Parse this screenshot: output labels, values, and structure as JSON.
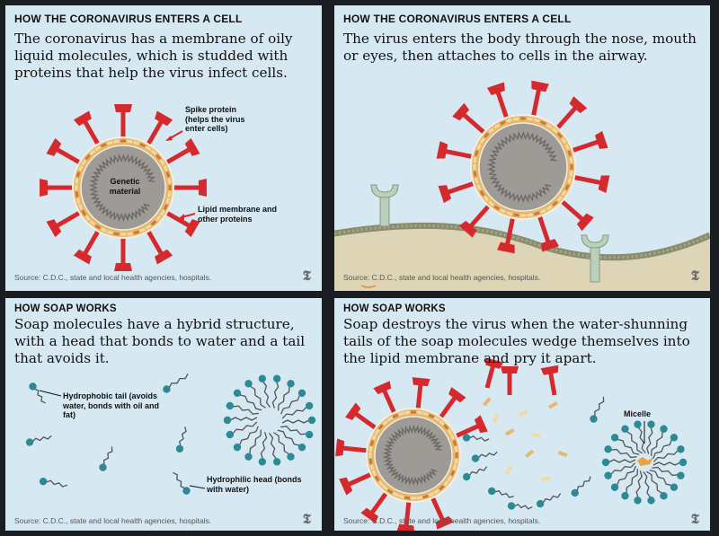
{
  "panel_top_left": {
    "heading": "HOW THE CORONAVIRUS ENTERS A CELL",
    "text": "The coronavirus has a membrane of oily liquid molecules, which is studded with proteins that help the virus infect cells.",
    "labels": {
      "spike": "Spike protein (helps the virus enter cells)",
      "genetic": "Genetic material",
      "lipid": "Lipid membrane and other proteins"
    },
    "source": "Source: C.D.C., state and local health agencies, hospitals."
  },
  "panel_top_right": {
    "heading": "HOW THE CORONAVIRUS ENTERS A CELL",
    "text": "The virus enters the body through the nose, mouth or eyes, then attaches to cells in the airway.",
    "source": "Source: C.D.C., state and local health agencies, hospitals."
  },
  "panel_bottom_left": {
    "heading": "HOW SOAP WORKS",
    "text": "Soap molecules have a hybrid structure, with a head that bonds to water and a tail that avoids it.",
    "labels": {
      "tail": "Hydrophobic tail (avoids water, bonds with oil and fat)",
      "head": "Hydrophilic head (bonds with water)"
    },
    "source": "Source: C.D.C., state and local health agencies, hospitals."
  },
  "panel_bottom_right": {
    "heading": "HOW SOAP WORKS",
    "text": "Soap destroys the virus when the water-shunning tails of the soap molecules wedge themselves into the lipid membrane and pry it apart.",
    "labels": {
      "micelle": "Micelle"
    },
    "source": "Source: C.D.C., state and local health agencies, hospitals."
  },
  "logo": "𝕿",
  "colors": {
    "panel_bg": "#d6e8f2",
    "spike": "#d42a2e",
    "membrane": "#e6b86e",
    "soap_head": "#2b8a95",
    "interior": "#9e9b96",
    "tissue": "#ddd5b5"
  }
}
